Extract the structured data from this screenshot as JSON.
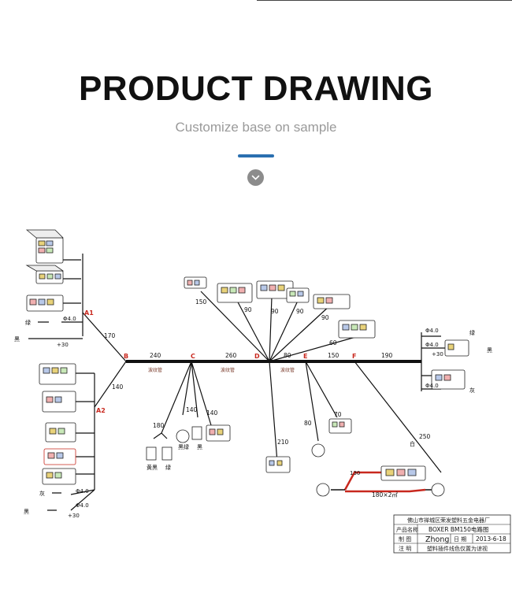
{
  "header": {
    "title": "PRODUCT DRAWING",
    "subtitle": "Customize base on sample"
  },
  "icons": {
    "scroll": "chevron-down-icon"
  },
  "colors": {
    "accent": "#2a6fb0",
    "wire_red": "#c8281e",
    "scroll_button": "#8c8c8c"
  },
  "diagram": {
    "nodes": {
      "a1": "A1",
      "a2": "A2",
      "b": "B",
      "c": "C",
      "d": "D",
      "e": "E",
      "f": "F"
    },
    "trunk_lengths": {
      "b_c": "240",
      "c_d": "260",
      "d_e": "80",
      "e_f": "150",
      "f_end": "190"
    },
    "branch_lengths": {
      "a1_b": "170",
      "a2_b": "140",
      "d_top1": "150",
      "d_top2": "90",
      "d_top3": "90",
      "d_top4": "90",
      "d_top5": "90",
      "d_top6": "60",
      "c_low1": "180",
      "c_low2": "140",
      "c_low3": "140",
      "d_low": "210",
      "e_low1": "80",
      "e_low2": "70",
      "f_low": "250",
      "battery_red": "130",
      "battery_dim": "180×2㎡"
    },
    "sleeve_labels": [
      "波纹管",
      "波纹管",
      "波纹管"
    ],
    "left_labels": {
      "lt1": "绿",
      "phi1": "Φ4.0",
      "lt2": "黑",
      "plus1": "+30",
      "lt3": "灰",
      "phi2": "Φ4.0",
      "phi3": "Φ4.0",
      "lt4": "黑",
      "plus2": "+30"
    },
    "right_labels": {
      "phi1": "Φ4.0",
      "rt1": "绿",
      "phi2": "Φ4.0",
      "rt2": "黑",
      "plus": "+30",
      "phi3": "Φ4.0",
      "rt3": "灰"
    },
    "bottom_labels": {
      "c1": "黄黑",
      "c2": "绿",
      "c3": "黑绿",
      "c4": "黑",
      "f": "白"
    }
  },
  "title_block": {
    "company": "佛山市禅城区荣发塑料五金电器厂",
    "name_label": "产品名称",
    "name_value": "BOXER BM150电路图",
    "drawn_label": "制 图",
    "drawn_value": "Zhong",
    "date_label": "日 期",
    "date_value": "2013-6-18",
    "note_label": "注 明",
    "note_value": "塑料插件线色仅置为谅视"
  }
}
